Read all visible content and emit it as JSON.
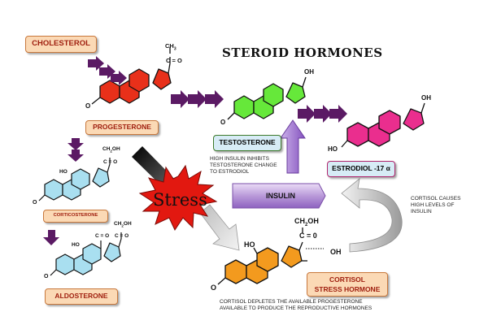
{
  "title": "STEROID HORMONES",
  "labels": {
    "cholesterol": "CHOLESTEROL",
    "progesterone": "PROGESTERONE",
    "testosterone": "TESTOSTERONE",
    "estrodiol": "ESTRODIOL -17 α",
    "insulin": "INSULIN",
    "corticosterone": "CORTICOSTERONE",
    "aldosterone": "ALDOSTERONE",
    "cortisol": "CORTISOL",
    "stress_hormone": "STRESS HORMONE",
    "stress": "Stress"
  },
  "notes": {
    "insulin_inhibits_1": "HIGH INSULIN INHIBITS",
    "insulin_inhibits_2": "TESTOSTERONE CHANGE",
    "insulin_inhibits_3": "TO ESTRODIOL",
    "cortisol_causes_1": "CORTISOL CAUSES",
    "cortisol_causes_2": "HIGH LEVELS OF",
    "cortisol_causes_3": "INSULIN",
    "depletes_1": "CORTISOL DEPLETES THE AVAILABLE PROGESTERONE",
    "depletes_2": "AVAILABLE TO PRODUCE THE REPRODUCTIVE HORMONES"
  },
  "atoms": {
    "ch3": "CH",
    "ch3_sub": "3",
    "c_eq_o": "C = O",
    "oh": "OH",
    "ho": "HO",
    "o": "O",
    "ch2oh": "CH",
    "ch2oh_sub": "2",
    "ch2oh_oh": "OH",
    "c_eq_o_cort": "C = 0",
    "c_small": "C = O",
    "ho_small": "HO",
    "oh_small": "OH"
  },
  "colors": {
    "progesterone_ring": "#e8301a",
    "testosterone_ring": "#66e83a",
    "estrodiol_ring": "#ea2e8e",
    "corticosterone_ring": "#a9dff0",
    "aldosterone_ring": "#a9dff0",
    "cortisol_ring": "#f39a1e",
    "arrow_purple": "#5b1a64",
    "insulin_purple": "#9b6fc8"
  }
}
